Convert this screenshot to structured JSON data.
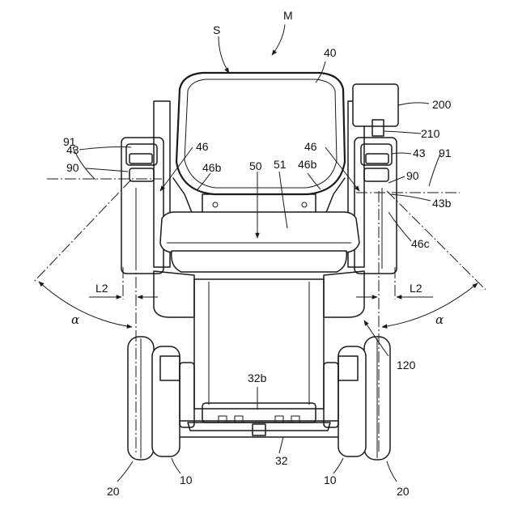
{
  "labels": {
    "S": "S",
    "M": "M",
    "n40": "40",
    "n200": "200",
    "n210": "210",
    "n91_left": "91",
    "n91_right": "91",
    "n43_left": "43",
    "n43_right": "43",
    "n90_left": "90",
    "n90_right": "90",
    "n46_left": "46",
    "n46_right": "46",
    "n46b_left": "46b",
    "n46b_right": "46b",
    "n50": "50",
    "n51": "51",
    "n43b": "43b",
    "n46c": "46c",
    "L2_left": "L2",
    "L2_right": "L2",
    "alpha_left": "α",
    "alpha_right": "α",
    "n120": "120",
    "n32b": "32b",
    "n32": "32",
    "n20_left": "20",
    "n20_right": "20",
    "n10_left": "10",
    "n10_right": "10"
  }
}
